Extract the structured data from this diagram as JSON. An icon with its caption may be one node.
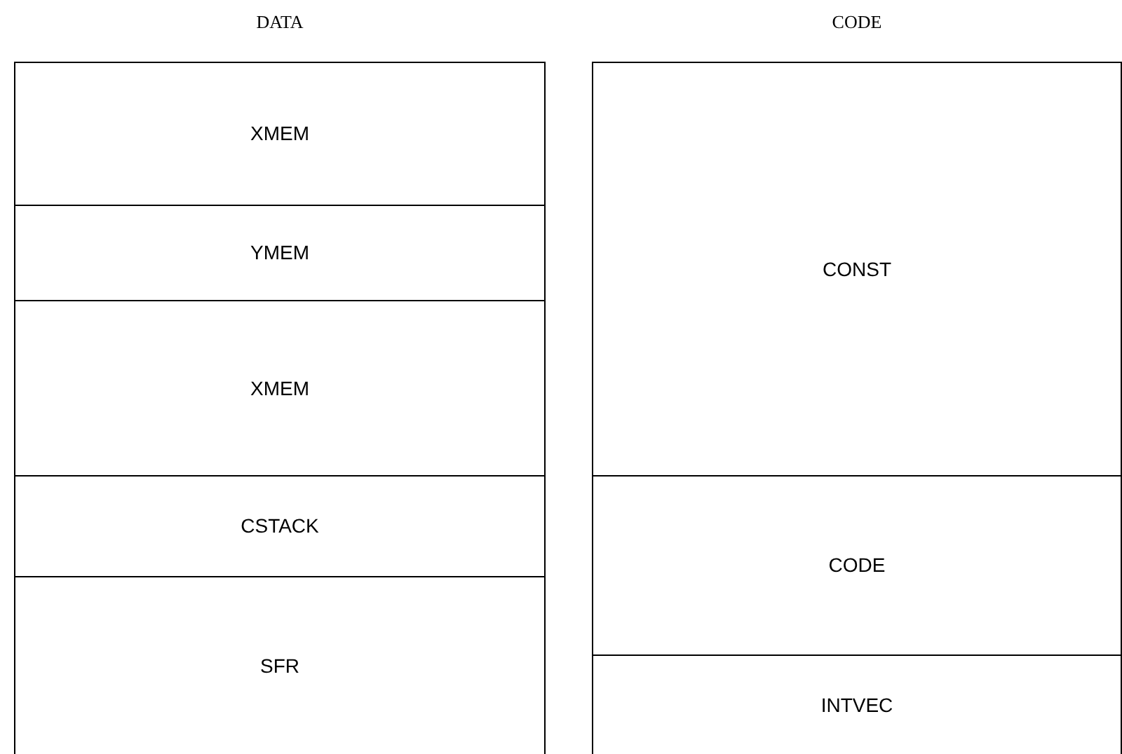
{
  "diagram": {
    "nodes": [
      {
        "text": [
          "DATA"
        ]
      },
      {
        "text": [
          "XMEM"
        ],
        "in": 0
      },
      {
        "text": [
          "YMEM"
        ],
        "in": 0
      },
      {
        "text": [
          "XMEM"
        ],
        "in": 0
      },
      {
        "text": [
          "CSTACK"
        ],
        "in": 0
      },
      {
        "text": [
          "SFR"
        ],
        "in": 0
      },
      {
        "text": [
          "CODE"
        ]
      },
      {
        "text": [
          "CONST"
        ],
        "in": 6
      },
      {
        "text": [
          "CODE"
        ],
        "in": 6
      },
      {
        "text": [
          "INTVEC"
        ],
        "in": 6
      }
    ]
  }
}
